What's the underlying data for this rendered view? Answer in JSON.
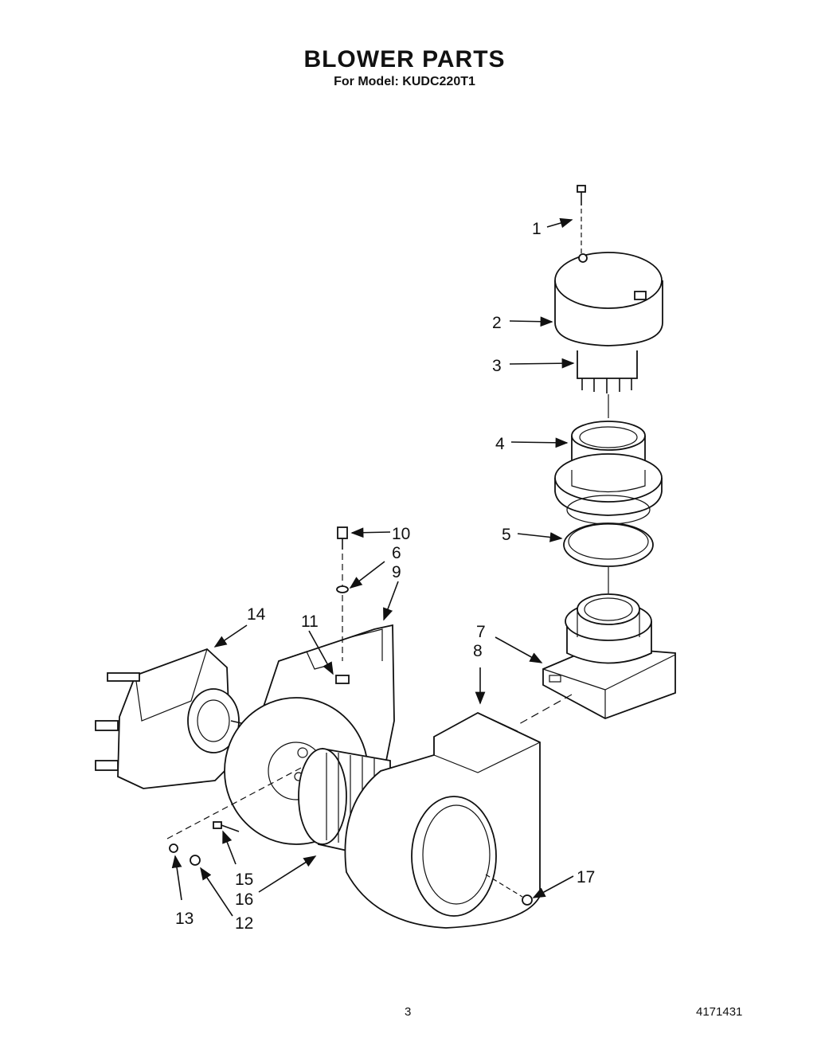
{
  "title": "BLOWER PARTS",
  "subtitle": "For Model: KUDC220T1",
  "callouts": [
    "1",
    "2",
    "3",
    "4",
    "5",
    "6",
    "7",
    "8",
    "9",
    "10",
    "11",
    "12",
    "13",
    "14",
    "15",
    "16",
    "17"
  ],
  "footer": {
    "page_number": "3",
    "document_number": "4171431"
  }
}
